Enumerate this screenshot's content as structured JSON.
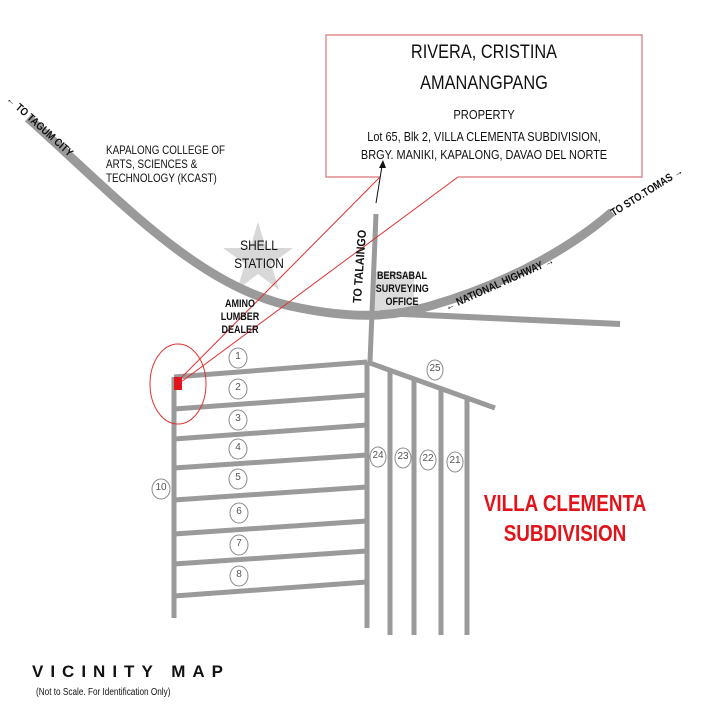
{
  "callout": {
    "owner_line1": "RIVERA, CRISTINA",
    "owner_line2": "AMANANGPANG",
    "label": "PROPERTY",
    "address_line1": "Lot 65, Blk 2, VILLA CLEMENTA SUBDIVISION,",
    "address_line2": "BRGY. MANIKI, KAPALONG, DAVAO DEL NORTE"
  },
  "directions": {
    "tagum": "← TO TAGUM CITY",
    "sto_tomas": "TO STO.TOMAS →",
    "national_highway": "← NATIONAL HIGHWAY →",
    "talaingo": "TO TALAINGO"
  },
  "landmarks": {
    "kcast": [
      "KAPALONG COLLEGE OF",
      "ARTS, SCIENCES &",
      "TECHNOLOGY (KCAST)"
    ],
    "shell": [
      "SHELL",
      "STATION"
    ],
    "amino": [
      "AMINO",
      "LUMBER",
      "DEALER"
    ],
    "bersabal": [
      "BERSABAL",
      "SURVEYING",
      "OFFICE"
    ]
  },
  "blocks": {
    "left": [
      "1",
      "2",
      "3",
      "4",
      "5",
      "6",
      "7",
      "8"
    ],
    "side": "10",
    "right": [
      "24",
      "23",
      "22",
      "21"
    ],
    "top_right": "25"
  },
  "subdivision": [
    "VILLA CLEMENTA",
    "SUBDIVISION"
  ],
  "footer": {
    "title": "VICINITY MAP",
    "note": "(Not to Scale. For Identification Only)"
  },
  "colors": {
    "road": "#9a9a9a",
    "accent_red": "#e1141b",
    "callout_border": "#d9737a",
    "landmark_fill": "#d8d8d8"
  }
}
